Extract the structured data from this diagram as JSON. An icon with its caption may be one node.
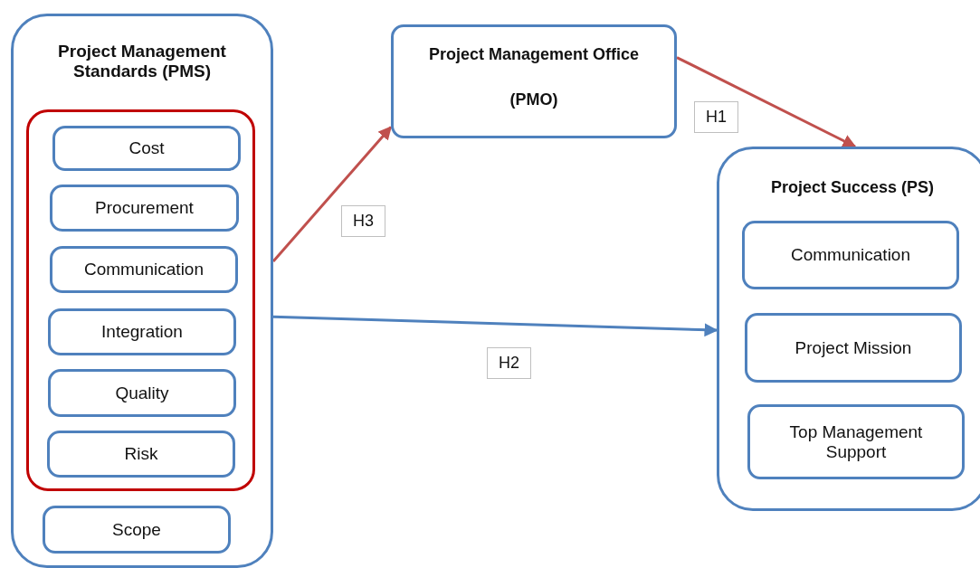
{
  "diagram": {
    "nodes": [
      {
        "text": [
          "Project Management Standards (PMS)"
        ]
      },
      {
        "text": [],
        "shape": "box",
        "in": 0
      },
      {
        "text": [
          "Cost"
        ],
        "in": 1
      },
      {
        "text": [
          "Procurement"
        ],
        "in": 1
      },
      {
        "text": [
          "Communication"
        ],
        "in": 1
      },
      {
        "text": [
          "Integration"
        ],
        "in": 1
      },
      {
        "text": [
          "Quality"
        ],
        "in": 1
      },
      {
        "text": [
          "Risk"
        ],
        "in": 1
      },
      {
        "text": [
          "Scope"
        ],
        "in": 0
      },
      {
        "text": [
          "Project Management Office",
          "(PMO)"
        ]
      },
      {
        "text": [
          "Project Success (PS)"
        ]
      },
      {
        "text": [
          "Communication"
        ],
        "in": 10
      },
      {
        "text": [
          "Project Mission"
        ],
        "in": 10
      },
      {
        "text": [
          "Top Management Support"
        ],
        "in": 10
      }
    ],
    "edges": [
      {
        "from": 0,
        "to": 9,
        "arrow": "to",
        "label": "H3",
        "color": "#c0504d"
      },
      {
        "from": 9,
        "to": 10,
        "arrow": "to",
        "label": "H1",
        "color": "#c0504d"
      },
      {
        "from": 0,
        "to": 10,
        "arrow": "to",
        "label": "H2",
        "color": "#4f81bd"
      }
    ]
  }
}
